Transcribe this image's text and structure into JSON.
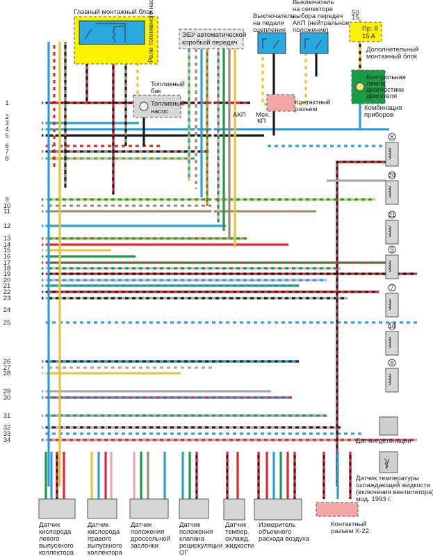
{
  "title": "Схема соединений системы управления двигателем",
  "colors": {
    "black": "#1a1a1a",
    "red": "#e0262e",
    "blue": "#2a9fd6",
    "green": "#1b9a4c",
    "yellow": "#e8c43a",
    "brown": "#9c8a73",
    "white": "#ffffff",
    "gray": "#a8a8a8",
    "pink": "#e9a8b8",
    "orange": "#f08a2c",
    "block_yellow": "#fff200",
    "block_blue": "#29a8e0",
    "block_gray": "#d6d6d6",
    "block_pink": "#f4a6a6",
    "block_green": "#1a9b45"
  },
  "components": {
    "main_block": {
      "title": "Главный монтажный блок",
      "relay": "Реле топливного насоса"
    },
    "ecu": {
      "line1": "ЭБУ автоматической",
      "line2": "коробкой передач"
    },
    "clutch_switch": {
      "line1": "Выключатель",
      "line2": "на педали",
      "line3": "сцепления"
    },
    "neutral_switch": {
      "line1": "Выключатель",
      "line2": "на селекторе",
      "line3": "выбора передач",
      "line4": "АКП (нейтральное",
      "line5": "положение)"
    },
    "fuse": {
      "t50": "50",
      "t15": "15",
      "name": "Пр. 8",
      "rating": "15 A"
    },
    "aux_block": {
      "line1": "Дополнительный",
      "line2": "монтажный блок"
    },
    "check_lamp": {
      "line1": "Контрольная",
      "line2": "лампа",
      "line3": "диагностики",
      "line4": "двигателя"
    },
    "cluster": {
      "line1": "Комбинация",
      "line2": "приборов"
    },
    "fuel_tank": {
      "line1": "Топливный",
      "line2": "бак"
    },
    "fuel_pump": {
      "line1": "Топливный",
      "line2": "насос"
    },
    "connector": {
      "line1": "Контактный",
      "line2": "разъем"
    },
    "akp": "АКП",
    "mkp": {
      "line1": "Мех.",
      "line2": "КП"
    },
    "knock_sensor": "Датчик детонации",
    "coolant_fan_sensor": {
      "line1": "Датчик температуры",
      "line2": "охлаждающей жидкости",
      "line3": "(включения вентилятора);",
      "line4": "мод. 1993 г."
    },
    "connector_x22": {
      "line1": "Контактный",
      "line2": "разъем X-22"
    },
    "o2_left": {
      "line1": "Датчик",
      "line2": "кислорода",
      "line3": "левого",
      "line4": "выпускного",
      "line5": "коллектора"
    },
    "o2_right": {
      "line1": "Датчик",
      "line2": "кислорода",
      "line3": "правого",
      "line4": "выпускного",
      "line5": "коллектора"
    },
    "tps": {
      "line1": "Датчик",
      "line2": "положения",
      "line3": "дроссельной",
      "line4": "заслонки"
    },
    "egr": {
      "line1": "Датчик",
      "line2": "положения",
      "line3": "клапана",
      "line4": "рециркуляции",
      "line5": "ОГ"
    },
    "ect": {
      "line1": "Датчик",
      "line2": "темпер.",
      "line3": "охлажд.",
      "line4": "жидкости"
    },
    "maf": {
      "line1": "Измеритель",
      "line2": "объемного",
      "line3": "расхода воздуха"
    }
  },
  "injectors": [
    "6",
    "20",
    "21",
    "9",
    "7",
    "10",
    "8"
  ],
  "wire_numbers": [
    "1",
    "2",
    "3",
    "4",
    "5",
    "6",
    "7",
    "8",
    "9",
    "10",
    "11",
    "12",
    "13",
    "14",
    "15",
    "16",
    "17",
    "18",
    "19",
    "20",
    "21",
    "22",
    "23",
    "24",
    "25",
    "26",
    "27",
    "28",
    "29",
    "30",
    "31",
    "32",
    "33",
    "34"
  ]
}
